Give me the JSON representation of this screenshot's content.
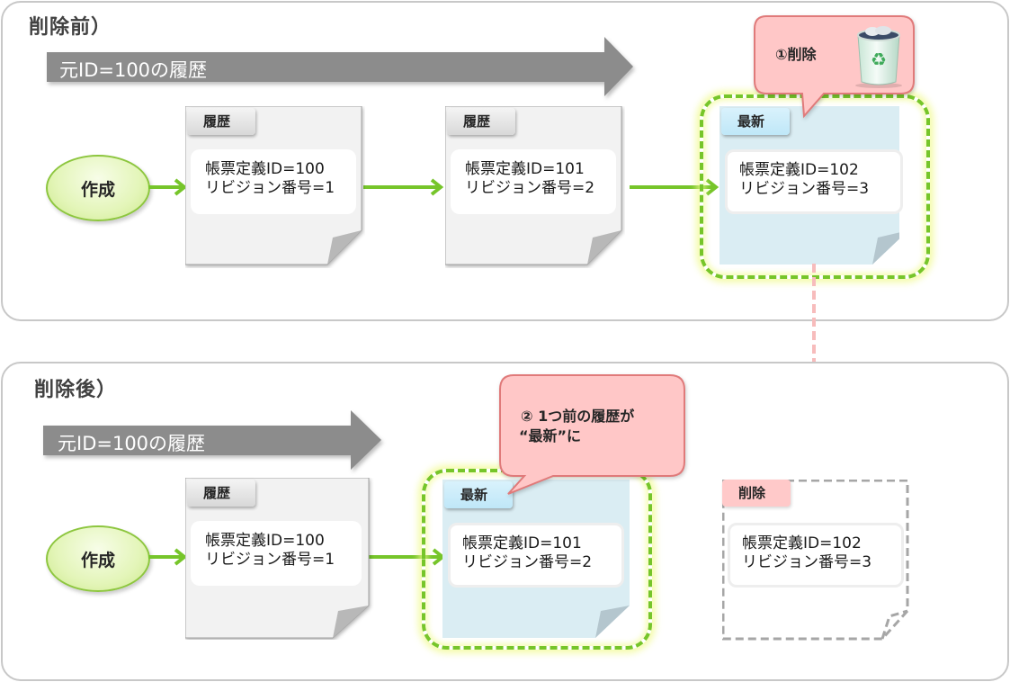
{
  "diagram": {
    "before": {
      "title": "削除前）",
      "history_arrow_label": "元ID=100の履歴",
      "create_node": "作成",
      "docs": [
        {
          "tag": "履歴",
          "tag_style": "history",
          "form_id_line": "帳票定義ID=100",
          "revision_line": "リビジョン番号=1"
        },
        {
          "tag": "履歴",
          "tag_style": "history",
          "form_id_line": "帳票定義ID=101",
          "revision_line": "リビジョン番号=2"
        },
        {
          "tag": "最新",
          "tag_style": "latest",
          "form_id_line": "帳票定義ID=102",
          "revision_line": "リビジョン番号=3"
        }
      ],
      "callout": {
        "text": "①削除",
        "icon": "recycle-bin-icon"
      }
    },
    "after": {
      "title": "削除後）",
      "history_arrow_label": "元ID=100の履歴",
      "create_node": "作成",
      "docs": [
        {
          "tag": "履歴",
          "tag_style": "history",
          "form_id_line": "帳票定義ID=100",
          "revision_line": "リビジョン番号=1"
        },
        {
          "tag": "最新",
          "tag_style": "latest",
          "form_id_line": "帳票定義ID=101",
          "revision_line": "リビジョン番号=2"
        },
        {
          "tag": "削除",
          "tag_style": "deleted",
          "form_id_line": "帳票定義ID=102",
          "revision_line": "リビジョン番号=3"
        }
      ],
      "callout": {
        "line1": "② 1つ前の履歴が",
        "line2": "“最新”に"
      }
    },
    "colors": {
      "panel_border": "#c8c8c8",
      "history_arrow": "#8c8c8c",
      "flow_arrow": "#76c52a",
      "highlight_dash": "#76c52a",
      "callout_fill": "#ffc7c7",
      "callout_border": "#e07a7a",
      "latest_doc_fill": "#daedf3",
      "history_doc_fill": "#f2f2f2",
      "deleted_outline": "#a6a6a6",
      "move_arrow": "#f7bcbc"
    }
  }
}
